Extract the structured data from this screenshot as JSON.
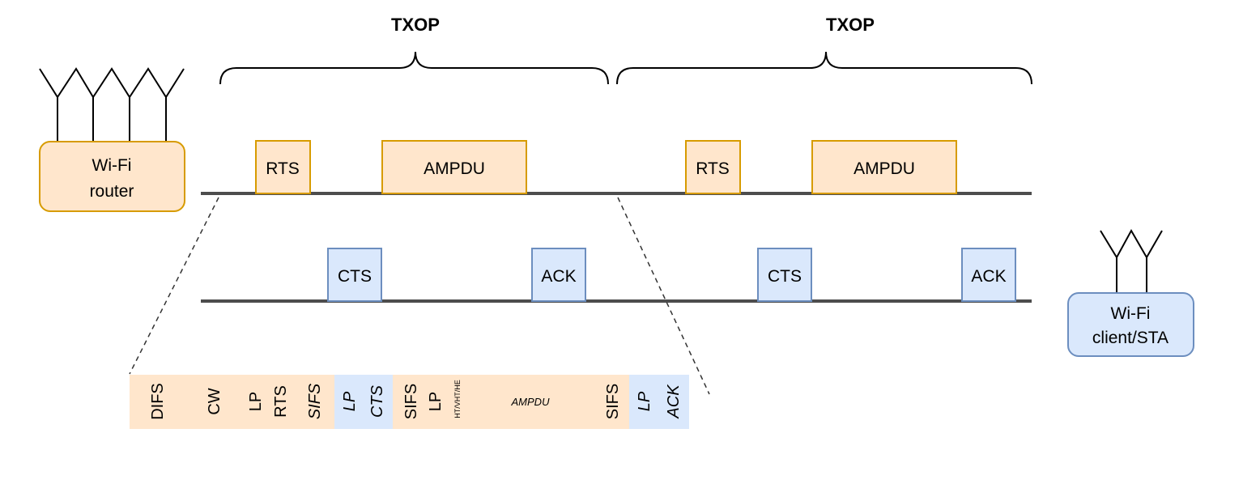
{
  "colors": {
    "orange_fill": "#ffe6cc",
    "orange_stroke": "#d79b00",
    "blue_fill": "#dae8fc",
    "blue_stroke": "#6c8ebf",
    "timeline": "#4d4d4d"
  },
  "txop": [
    "TXOP",
    "TXOP"
  ],
  "devices": {
    "router": [
      "Wi-Fi",
      "router"
    ],
    "client": [
      "Wi-Fi",
      "client/STA"
    ]
  },
  "frames": {
    "rts": "RTS",
    "ampdu": "AMPDU",
    "cts": "CTS",
    "ack": "ACK"
  },
  "breakdown": {
    "difs": "DIFS",
    "cw": "CW",
    "lp": "LP",
    "rts": "RTS",
    "sifs": "SIFS",
    "cts": "CTS",
    "ht_vht_he": "HT/VHT/HE",
    "ampdu": "AMPDU",
    "ack": "ACK"
  }
}
